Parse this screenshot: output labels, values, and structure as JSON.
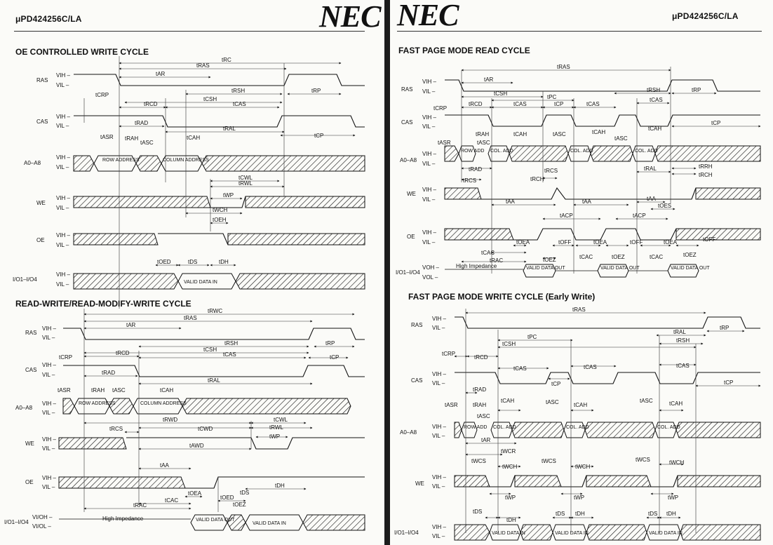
{
  "left": {
    "part_number": "μPD424256C/LA",
    "logo": "NEC",
    "diagram1": {
      "title": "OE CONTROLLED WRITE CYCLE",
      "signals": [
        "RAS",
        "CAS",
        "A0–A8",
        "WE",
        "OE",
        "I/O1–I/O4"
      ],
      "levels": {
        "high": "VIH –",
        "low": "VIL –"
      },
      "timings": [
        "tRC",
        "tRAS",
        "tAR",
        "tRSH",
        "tCSH",
        "tRCD",
        "tCAS",
        "tCRP",
        "tRAD",
        "tRAL",
        "tASR",
        "tRAH",
        "tASC",
        "tCAH",
        "tRP",
        "tCP",
        "tCWL",
        "tRWL",
        "tWP",
        "tWCH",
        "tOEH",
        "tOED",
        "tDS",
        "tDH"
      ],
      "boxes": {
        "row": "ROW ADDRESS",
        "col": "COLUMN ADDRESS",
        "data": "VALID DATA IN"
      }
    },
    "diagram2": {
      "title": "READ-WRITE/READ-MODIFY-WRITE CYCLE",
      "signals": [
        "RAS",
        "CAS",
        "A0–A8",
        "WE",
        "OE",
        "I/O1–I/O4"
      ],
      "io_levels": {
        "high": "VI/OH –",
        "low": "VI/OL –"
      },
      "timings": [
        "tRWC",
        "tRAS",
        "tAR",
        "tRSH",
        "tCSH",
        "tCRP",
        "tRCD",
        "tCAS",
        "tRAD",
        "tRAL",
        "tASR",
        "tRAH",
        "tASC",
        "tCAH",
        "tRP",
        "tCP",
        "tRWD",
        "tCWD",
        "tCWL",
        "tRCS",
        "tAWD",
        "tRWL",
        "tWP",
        "tAA",
        "tOEA",
        "tCAC",
        "tOED",
        "tRAC",
        "tDS",
        "tOEZ",
        "tDH"
      ],
      "high_impedance": "High Impedance",
      "boxes": {
        "row": "ROW ADDRESS",
        "col": "COLUMN ADDRESS",
        "out": "VALID DATA OUT",
        "in": "VALID DATA IN"
      }
    }
  },
  "right": {
    "part_number": "μPD424256C/LA",
    "logo": "NEC",
    "diagram1": {
      "title": "FAST PAGE MODE READ CYCLE",
      "signals": [
        "RAS",
        "CAS",
        "A0–A8",
        "WE",
        "OE",
        "I/O1–I/O4"
      ],
      "io_levels": {
        "high": "VOH –",
        "low": "VOL –"
      },
      "high_impedance": "High Impedance",
      "timings": [
        "tRAS",
        "tAR",
        "tRSH",
        "tCSH",
        "tPC",
        "tRP",
        "tCRP",
        "tRCD",
        "tCAS",
        "tCP",
        "tRAH",
        "tCAH",
        "tASR",
        "tASC",
        "tRAD",
        "tRCS",
        "tRCH",
        "tRAL",
        "tRRH",
        "tAA",
        "tOES",
        "tACP",
        "tOEA",
        "tOFF",
        "tCAC",
        "tOEZ",
        "tRAC"
      ],
      "boxes": {
        "row": "ROW ADD",
        "col": "COL. ADD",
        "out": "VALID DATA OUT"
      }
    },
    "diagram2": {
      "title": "FAST PAGE MODE WRITE CYCLE (Early Write)",
      "signals": [
        "RAS",
        "CAS",
        "A0–A8",
        "WE",
        "I/O1–I/O4"
      ],
      "timings": [
        "tRAS",
        "tPC",
        "tRAL",
        "tRP",
        "tCSH",
        "tRSH",
        "tCRP",
        "tRCD",
        "tCAS",
        "tCP",
        "tRAD",
        "tASR",
        "tRAH",
        "tCAH",
        "tASC",
        "tAR",
        "tWCR",
        "tWCS",
        "tWCH",
        "tWP",
        "tDS",
        "tDH"
      ],
      "boxes": {
        "row": "ROW ADD",
        "col": "COL. ADD",
        "data": "VALID DATA IN"
      }
    }
  }
}
